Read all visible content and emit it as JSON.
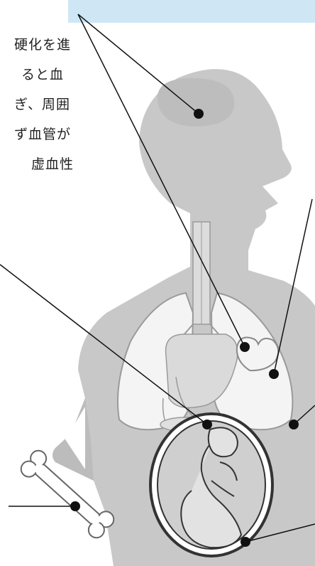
{
  "text": {
    "line1": "硬化を進",
    "line2": "ると血",
    "line3": "ぎ、周囲",
    "line4": "ず血管が",
    "line5": "虚血性"
  },
  "colors": {
    "banner": "#cfe7f5",
    "body_silhouette": "#c8c8c8",
    "organ_fill": "#f4f4f4",
    "organ_stroke": "#9a9a9a",
    "brain_fill": "#bdbdbd",
    "leader_line": "#111111",
    "dot": "#111111",
    "fetus_fill": "#cfcfcf",
    "fetus_stroke": "#333333",
    "bone_fill": "#ffffff",
    "bone_stroke": "#666666"
  },
  "icons": {
    "brain": "brain-icon",
    "heart": "heart-icon",
    "lungs": "lungs-icon",
    "stomach": "stomach-icon",
    "fetus": "fetus-icon",
    "bone": "bone-icon"
  }
}
